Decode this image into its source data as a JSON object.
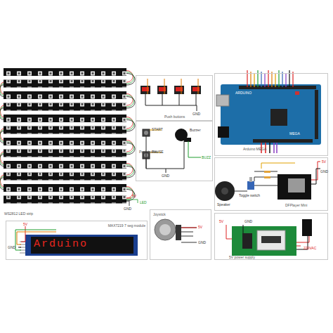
{
  "diagram": {
    "nodes": [
      {
        "text": [
          "Push buttons"
        ]
      },
      {
        "text": [
          "Push button"
        ]
      },
      {
        "text": [
          "Arduino MEGA"
        ]
      },
      {
        "text": [
          "DFPlayer Mini"
        ]
      },
      {
        "text": [
          "MAX7219 7 seg module"
        ]
      },
      {
        "text": [
          "Joystick"
        ]
      },
      {
        "text": [
          "5V power supply"
        ]
      }
    ],
    "labels": [
      "5V",
      "GND",
      "LED",
      "GND",
      "START",
      "PAUSE",
      "BUZZ",
      "GND",
      "ARDUINO",
      "MEGA",
      "5V",
      "GND",
      "Speaker",
      "Toggle switch",
      "5V",
      "GND",
      "Arduino",
      "5V",
      "GND",
      "5V",
      "GND",
      "220VAC",
      "WS2812 LED strip",
      "Buzzer"
    ]
  }
}
